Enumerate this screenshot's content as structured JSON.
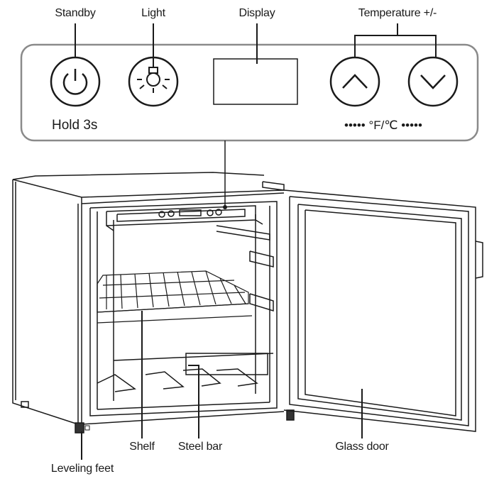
{
  "callouts": {
    "standby": "Standby",
    "light": "Light",
    "display": "Display",
    "temperature": "Temperature +/-",
    "shelf": "Shelf",
    "steel_bar": "Steel bar",
    "glass_door": "Glass door",
    "leveling_feet": "Leveling feet"
  },
  "panel": {
    "hold_label": "Hold 3s",
    "unit_label": "••••• °F/℃ •••••"
  },
  "colors": {
    "line": "#1a1a1a",
    "panel_border": "#8a8a8a"
  },
  "icons": [
    "power-icon",
    "lightbulb-icon",
    "chevron-up-icon",
    "chevron-down-icon"
  ]
}
